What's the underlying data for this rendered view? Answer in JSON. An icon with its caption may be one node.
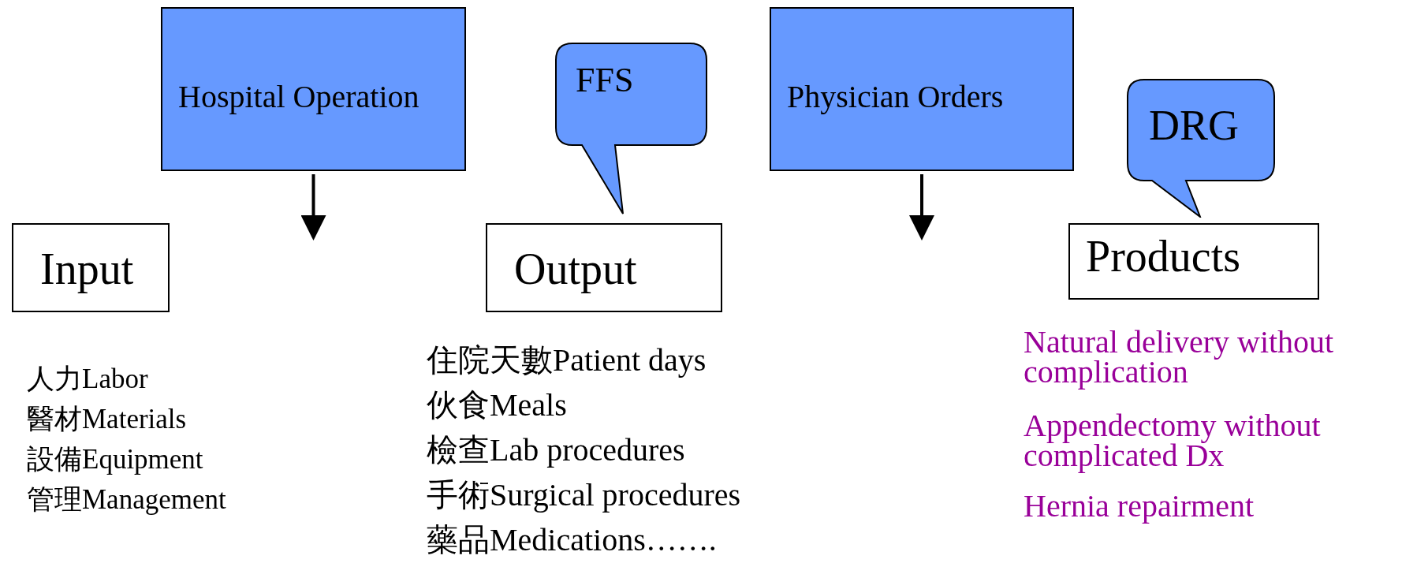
{
  "diagram": {
    "nodes": [
      {
        "text": [
          "Hospital Operation"
        ]
      },
      {
        "text": [
          "Input"
        ]
      },
      {
        "text": [
          "FFS"
        ]
      },
      {
        "text": [
          "Output"
        ]
      },
      {
        "text": [
          "Physician Orders"
        ]
      },
      {
        "text": [
          "DRG"
        ]
      },
      {
        "text": [
          "Products"
        ]
      }
    ],
    "edges": [
      {
        "from": 0,
        "to": null,
        "arrow": "to"
      },
      {
        "from": 4,
        "to": null,
        "arrow": "to"
      }
    ],
    "labels": [
      "人力Labor",
      "醫材Materials",
      "設備Equipment",
      "管理Management",
      "住院天數Patient days",
      "伙食Meals",
      "檢查Lab procedures",
      "手術Surgical procedures",
      "藥品Medications…….",
      "Natural delivery without complication",
      "Appendectomy without complicated Dx",
      "Hernia repairment"
    ]
  }
}
